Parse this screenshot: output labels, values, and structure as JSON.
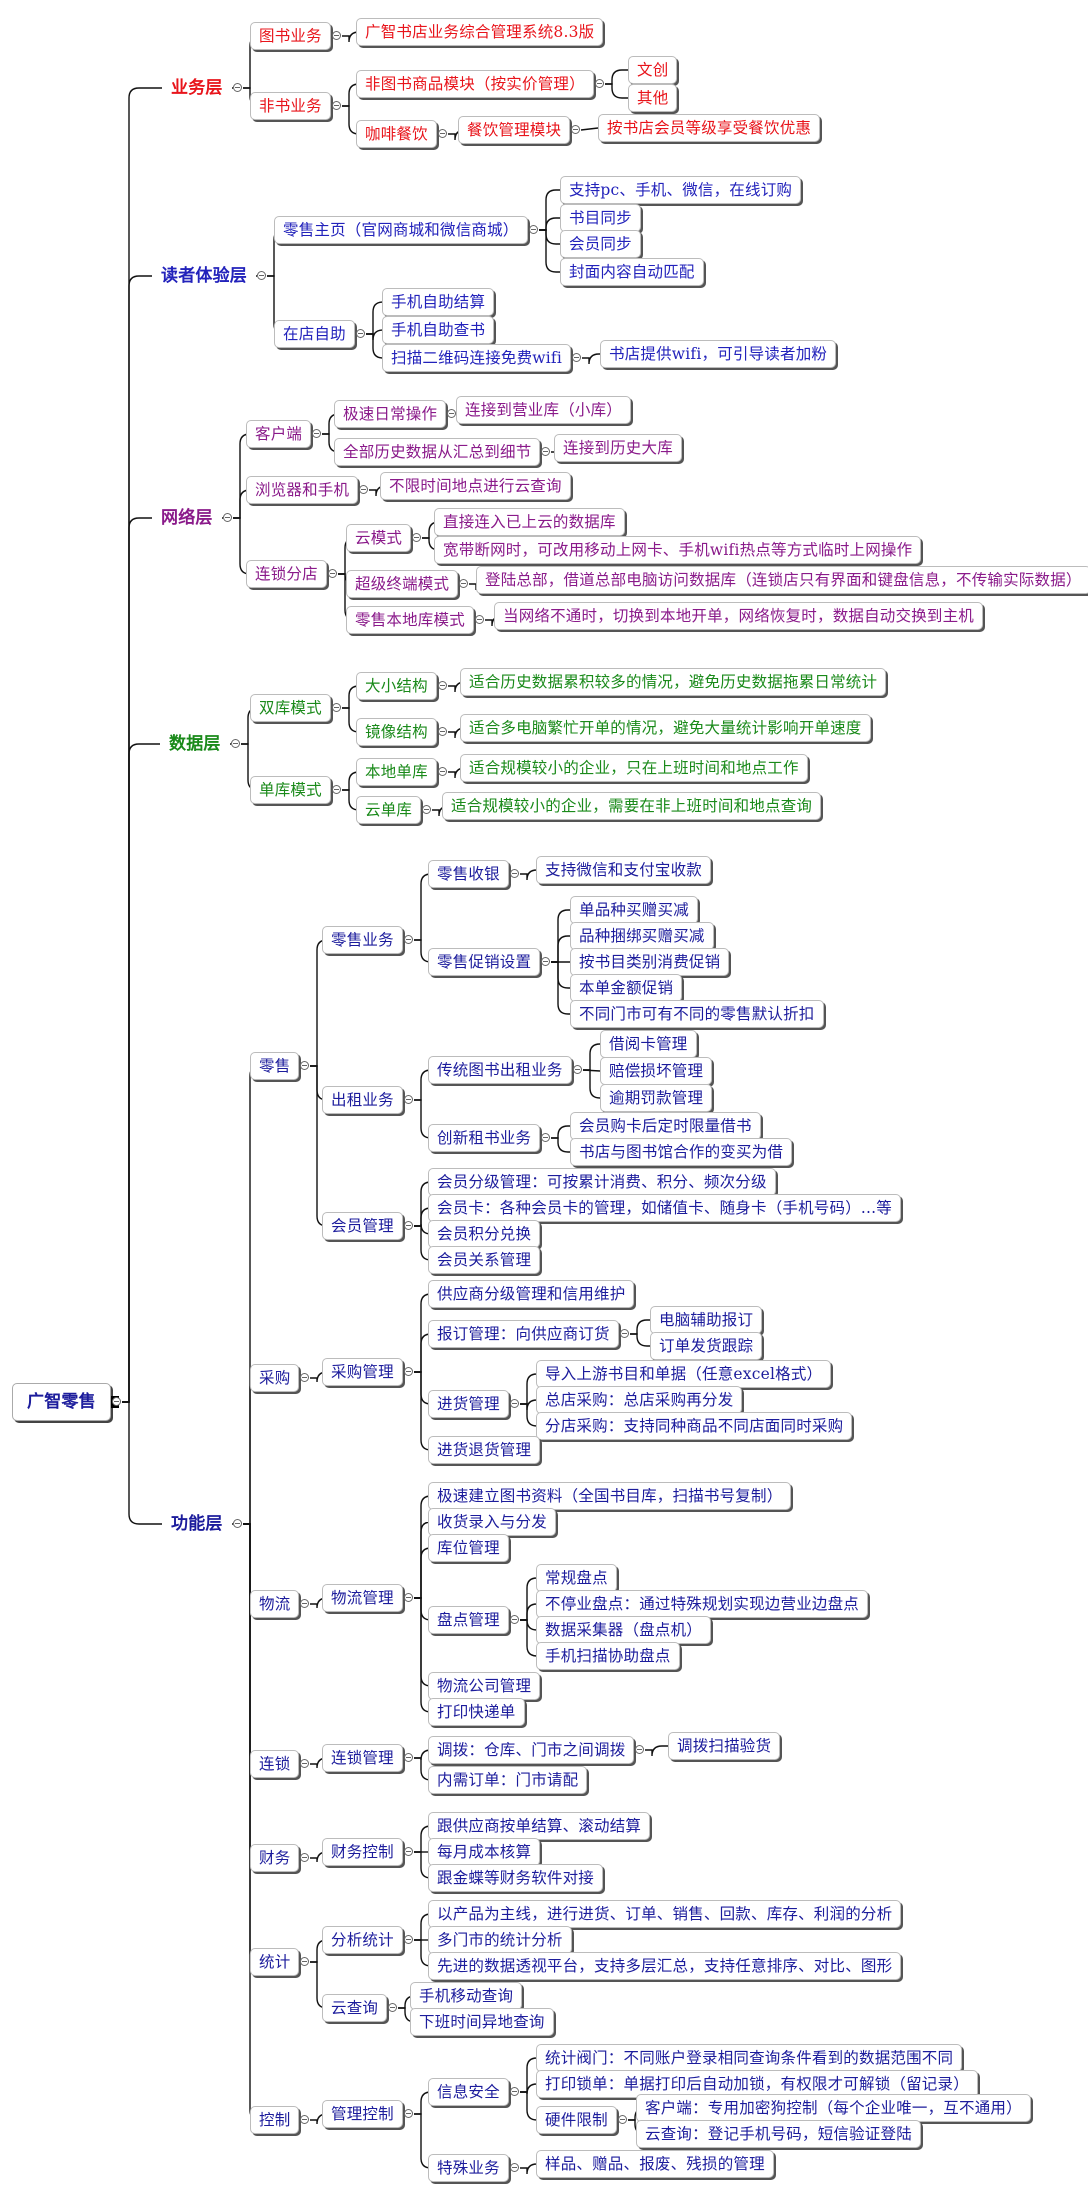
{
  "colors": {
    "business": "#e8141b",
    "reader": "#2222bb",
    "network": "#8a1a8a",
    "data": "#1a8a1a",
    "function": "#1c1c9c",
    "line": "#111111",
    "root_marker": "#000000"
  },
  "root": {
    "label": "广智零售"
  },
  "layers": {
    "business": {
      "label": "业务层",
      "books": "图书业务",
      "books_system": "广智书店业务综合管理系统8.3版",
      "nonbook": "非书业务",
      "nonbook_module": "非图书商品模块（按实价管理）",
      "wenchuang": "文创",
      "others": "其他",
      "cafe": "咖啡餐饮",
      "cafe_module": "餐饮管理模块",
      "cafe_member": "按书店会员等级享受餐饮优惠"
    },
    "reader": {
      "label": "读者体验层",
      "homepage": "零售主页（官网商城和微信商城）",
      "online_order": "支持pc、手机、微信，在线订购",
      "catalog_sync": "书目同步",
      "member_sync": "会员同步",
      "cover_match": "封面内容自动匹配",
      "self_service": "在店自助",
      "self_checkout": "手机自助结算",
      "self_search": "手机自助查书",
      "wifi_scan": "扫描二维码连接免费wifi",
      "wifi_note": "书店提供wifi，可引导读者加粉"
    },
    "network": {
      "label": "网络层",
      "client": "客户端",
      "fast_ops": "极速日常操作",
      "fast_ops_note": "连接到营业库（小库）",
      "history": "全部历史数据从汇总到细节",
      "history_note": "连接到历史大库",
      "browser": "浏览器和手机",
      "browser_note": "不限时间地点进行云查询",
      "chain": "连锁分店",
      "cloud_mode": "云模式",
      "cloud_1": "直接连入已上云的数据库",
      "cloud_2": "宽带断网时，可改用移动上网卡、手机wifi热点等方式临时上网操作",
      "super_terminal": "超级终端模式",
      "super_terminal_note": "登陆总部，借道总部电脑访问数据库（连锁店只有界面和键盘信息，不传输实际数据）",
      "local_mode": "零售本地库模式",
      "local_mode_note": "当网络不通时，切换到本地开单，网络恢复时，数据自动交换到主机"
    },
    "data": {
      "label": "数据层",
      "dual": "双库模式",
      "big_small": "大小结构",
      "big_small_note": "适合历史数据累积较多的情况，避免历史数据拖累日常统计",
      "mirror": "镜像结构",
      "mirror_note": "适合多电脑繁忙开单的情况，避免大量统计影响开单速度",
      "single": "单库模式",
      "local_single": "本地单库",
      "local_single_note": "适合规模较小的企业，只在上班时间和地点工作",
      "cloud_single": "云单库",
      "cloud_single_note": "适合规模较小的企业，需要在非上班时间和地点查询"
    },
    "function": {
      "label": "功能层",
      "retail": "零售",
      "retail_biz": "零售业务",
      "cashier": "零售收银",
      "cashier_note": "支持微信和支付宝收款",
      "promo": "零售促销设置",
      "promo_items": [
        "单品种买赠买减",
        "品种捆绑买赠买减",
        "按书目类别消费促销",
        "本单金额促销",
        "不同门市可有不同的零售默认折扣"
      ],
      "rental": "出租业务",
      "trad_rental": "传统图书出租业务",
      "trad_rental_items": [
        "借阅卡管理",
        "赔偿损坏管理",
        "逾期罚款管理"
      ],
      "new_rental": "创新租书业务",
      "new_rental_items": [
        "会员购卡后定时限量借书",
        "书店与图书馆合作的变买为借"
      ],
      "member": "会员管理",
      "member_items": [
        "会员分级管理：可按累计消费、积分、频次分级",
        "会员卡：各种会员卡的管理，如储值卡、随身卡（手机号码）...等",
        "会员积分兑换",
        "会员关系管理"
      ],
      "purchase": "采购",
      "purchase_mgmt": "采购管理",
      "supplier": "供应商分级管理和信用维护",
      "order_mgmt": "报订管理：向供应商订货",
      "order_items": [
        "电脑辅助报订",
        "订单发货跟踪"
      ],
      "incoming": "进货管理",
      "incoming_items": [
        "导入上游书目和单据（任意excel格式）",
        "总店采购：总店采购再分发",
        "分店采购：支持同种商品不同店面同时采购"
      ],
      "return": "进货退货管理",
      "logistics": "物流",
      "logistics_mgmt": "物流管理",
      "log_items_top": [
        "极速建立图书资料（全国书目库，扫描书号复制）",
        "收货录入与分发",
        "库位管理"
      ],
      "inventory": "盘点管理",
      "inventory_items": [
        "常规盘点",
        "不停业盘点：通过特殊规划实现边营业边盘点",
        "数据采集器（盘点机）",
        "手机扫描协助盘点"
      ],
      "log_items_bottom": [
        "物流公司管理",
        "打印快递单"
      ],
      "chain": "连锁",
      "chain_mgmt": "连锁管理",
      "transfer": "调拨：仓库、门市之间调拨",
      "transfer_note": "调拨扫描验货",
      "internal": "内需订单：门市请配",
      "finance": "财务",
      "finance_ctrl": "财务控制",
      "finance_items": [
        "跟供应商按单结算、滚动结算",
        "每月成本核算",
        "跟金蝶等财务软件对接"
      ],
      "stats": "统计",
      "analysis": "分析统计",
      "analysis_items": [
        "以产品为主线，进行进货、订单、销售、回款、库存、利润的分析",
        "多门市的统计分析",
        "先进的数据透视平台，支持多层汇总，支持任意排序、对比、图形"
      ],
      "cloud_query": "云查询",
      "cloud_query_items": [
        "手机移动查询",
        "下班时间异地查询"
      ],
      "control": "控制",
      "mgmt_ctrl": "管理控制",
      "info_sec": "信息安全",
      "stat_valve": "统计阀门：不同账户登录相同查询条件看到的数据范围不同",
      "print_lock": "打印锁单：单据打印后自动加锁，有权限才可解锁（留记录）",
      "hw_limit": "硬件限制",
      "hw_items": [
        "客户端：专用加密狗控制（每个企业唯一，互不通用）",
        "云查询：登记手机号码，短信验证登陆"
      ],
      "special": "特殊业务",
      "special_note": "样品、赠品、报废、残损的管理"
    }
  }
}
